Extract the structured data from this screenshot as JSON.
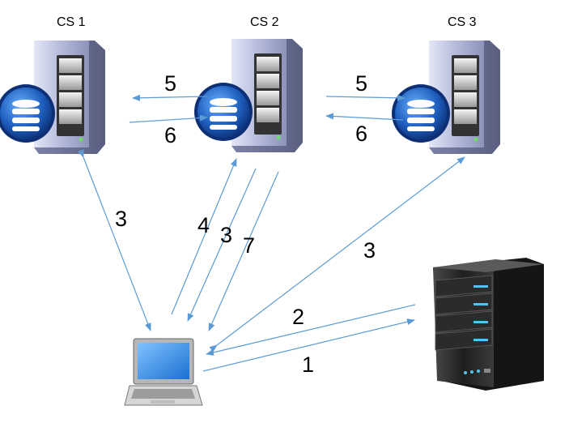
{
  "servers": [
    {
      "label": "CS 1"
    },
    {
      "label": "CS 2"
    },
    {
      "label": "CS 3"
    }
  ],
  "arrow_labels": {
    "cs2_to_cs1": "5",
    "cs1_to_cs2": "6",
    "cs2_to_cs3": "5",
    "cs3_to_cs2": "6",
    "client_cs1": "3",
    "client_to_cs2_write": "4",
    "cs2_to_client_a": "3",
    "cs2_to_client_b": "7",
    "client_cs3": "3",
    "master_to_client": "2",
    "client_to_master": "1"
  },
  "colors": {
    "arrow": "#5b9bd5",
    "server_body": "#b0b6d6",
    "db_disk": "#1f5fbf",
    "master_body": "#2a2a2a",
    "master_led": "#4fc3f7",
    "laptop_screen": "#2e8ce6"
  }
}
